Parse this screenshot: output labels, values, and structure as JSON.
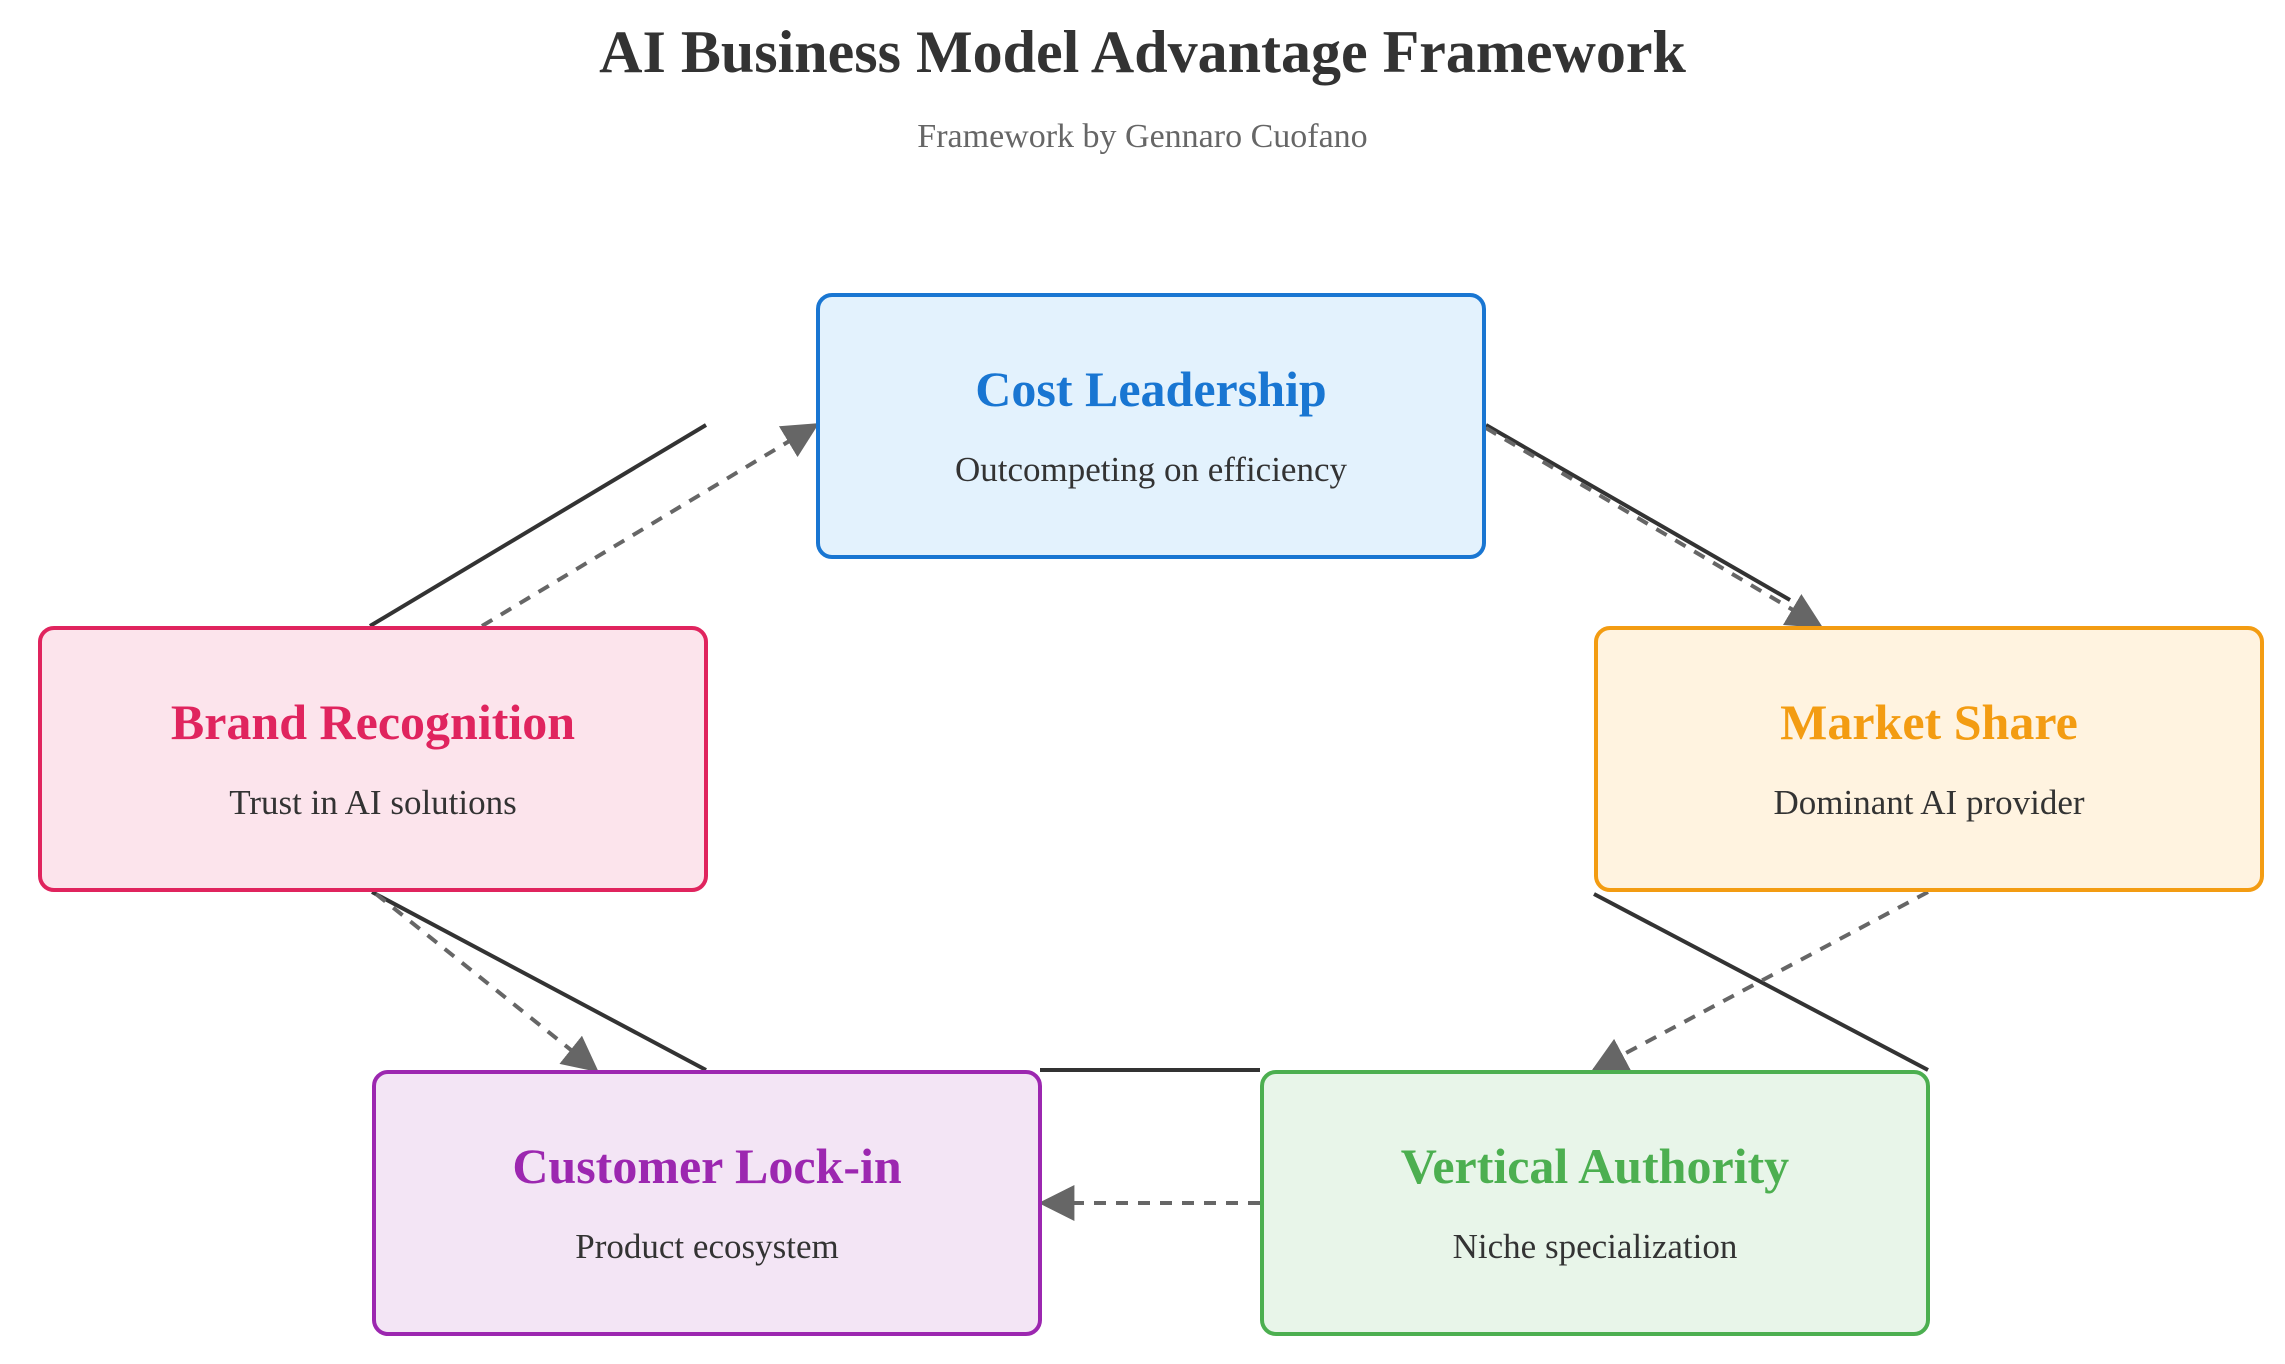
{
  "title": "AI Business Model Advantage Framework",
  "subtitle": "Framework by Gennaro Cuofano",
  "nodes": {
    "cost": {
      "title": "Cost Leadership",
      "desc": "Outcompeting on efficiency",
      "color": "#1976d2",
      "fill": "#e3f2fd"
    },
    "market": {
      "title": "Market Share",
      "desc": "Dominant AI provider",
      "color": "#f39c12",
      "fill": "#fff3e0"
    },
    "brand": {
      "title": "Brand Recognition",
      "desc": "Trust in AI solutions",
      "color": "#e0245e",
      "fill": "#fce4ec"
    },
    "lockin": {
      "title": "Customer Lock-in",
      "desc": "Product ecosystem",
      "color": "#9c27b0",
      "fill": "#f3e5f5"
    },
    "vertical": {
      "title": "Vertical Authority",
      "desc": "Niche specialization",
      "color": "#4caf50",
      "fill": "#e8f5e9"
    }
  },
  "edges": [
    {
      "from": "Cost Leadership",
      "to": "Market Share",
      "style": "solid-and-dashed",
      "arrow": true
    },
    {
      "from": "Market Share",
      "to": "Vertical Authority",
      "style": "dashed",
      "arrow": true
    },
    {
      "from": "Vertical Authority",
      "to": "Customer Lock-in",
      "style": "dashed",
      "arrow": true
    },
    {
      "from": "Brand Recognition",
      "to": "Customer Lock-in",
      "style": "dashed",
      "arrow": true
    },
    {
      "from": "Brand Recognition",
      "to": "Cost Leadership",
      "style": "dashed",
      "arrow": true
    },
    {
      "from": "Brand Recognition",
      "to": "Cost Leadership",
      "style": "solid",
      "arrow": false
    },
    {
      "from": "Brand Recognition",
      "to": "Customer Lock-in",
      "style": "solid",
      "arrow": false
    },
    {
      "from": "Customer Lock-in",
      "to": "Vertical Authority",
      "style": "solid",
      "arrow": false
    },
    {
      "from": "Market Share",
      "to": "Vertical Authority",
      "style": "solid",
      "arrow": false
    }
  ],
  "colors": {
    "solid_line": "#333333",
    "dashed_line": "#666666",
    "arrowhead": "#666666"
  }
}
